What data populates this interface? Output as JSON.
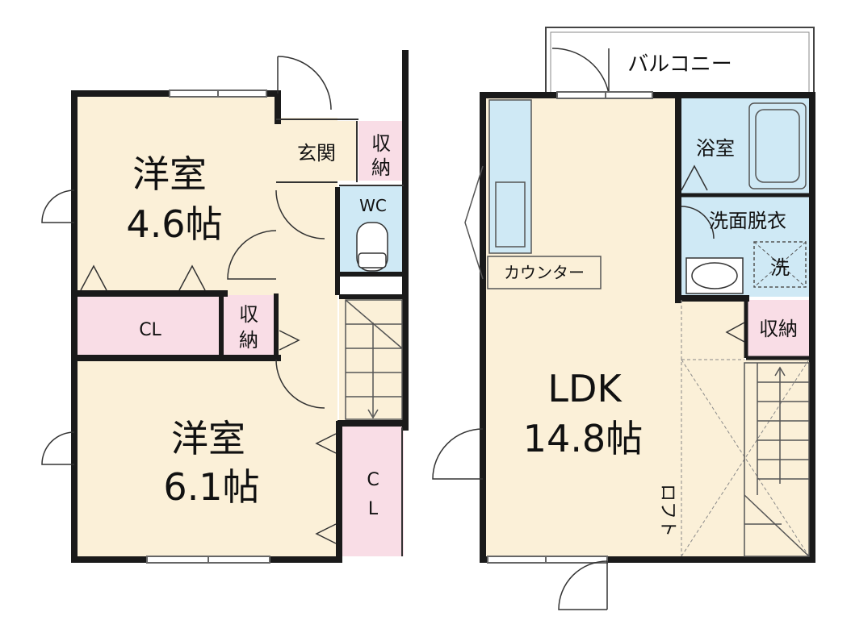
{
  "colors": {
    "floor": "#fbf0d8",
    "storage": "#f9dde6",
    "wet": "#cfe9f5",
    "wall": "#1a1a1a",
    "line": "#555555",
    "dashed": "#888888"
  },
  "plan1": {
    "western_room_a": {
      "name": "洋室",
      "size": "4.6帖"
    },
    "western_room_b": {
      "name": "洋室",
      "size": "6.1帖"
    },
    "closet_label": "CL",
    "storage_label_line1": "収",
    "storage_label_line2": "納",
    "entrance_label": "玄関",
    "entrance_storage_line1": "収",
    "entrance_storage_line2": "納",
    "wc_label": "WC",
    "closet_b_line1": "C",
    "closet_b_line2": "L"
  },
  "plan2": {
    "balcony_label": "バルコニー",
    "ldk": {
      "name": "LDK",
      "size": "14.8帖"
    },
    "counter_label": "カウンター",
    "bath_label": "浴室",
    "washroom_label": "洗面脱衣",
    "washer_label": "洗",
    "storage_label": "収納",
    "loft_label": "ロフト"
  }
}
